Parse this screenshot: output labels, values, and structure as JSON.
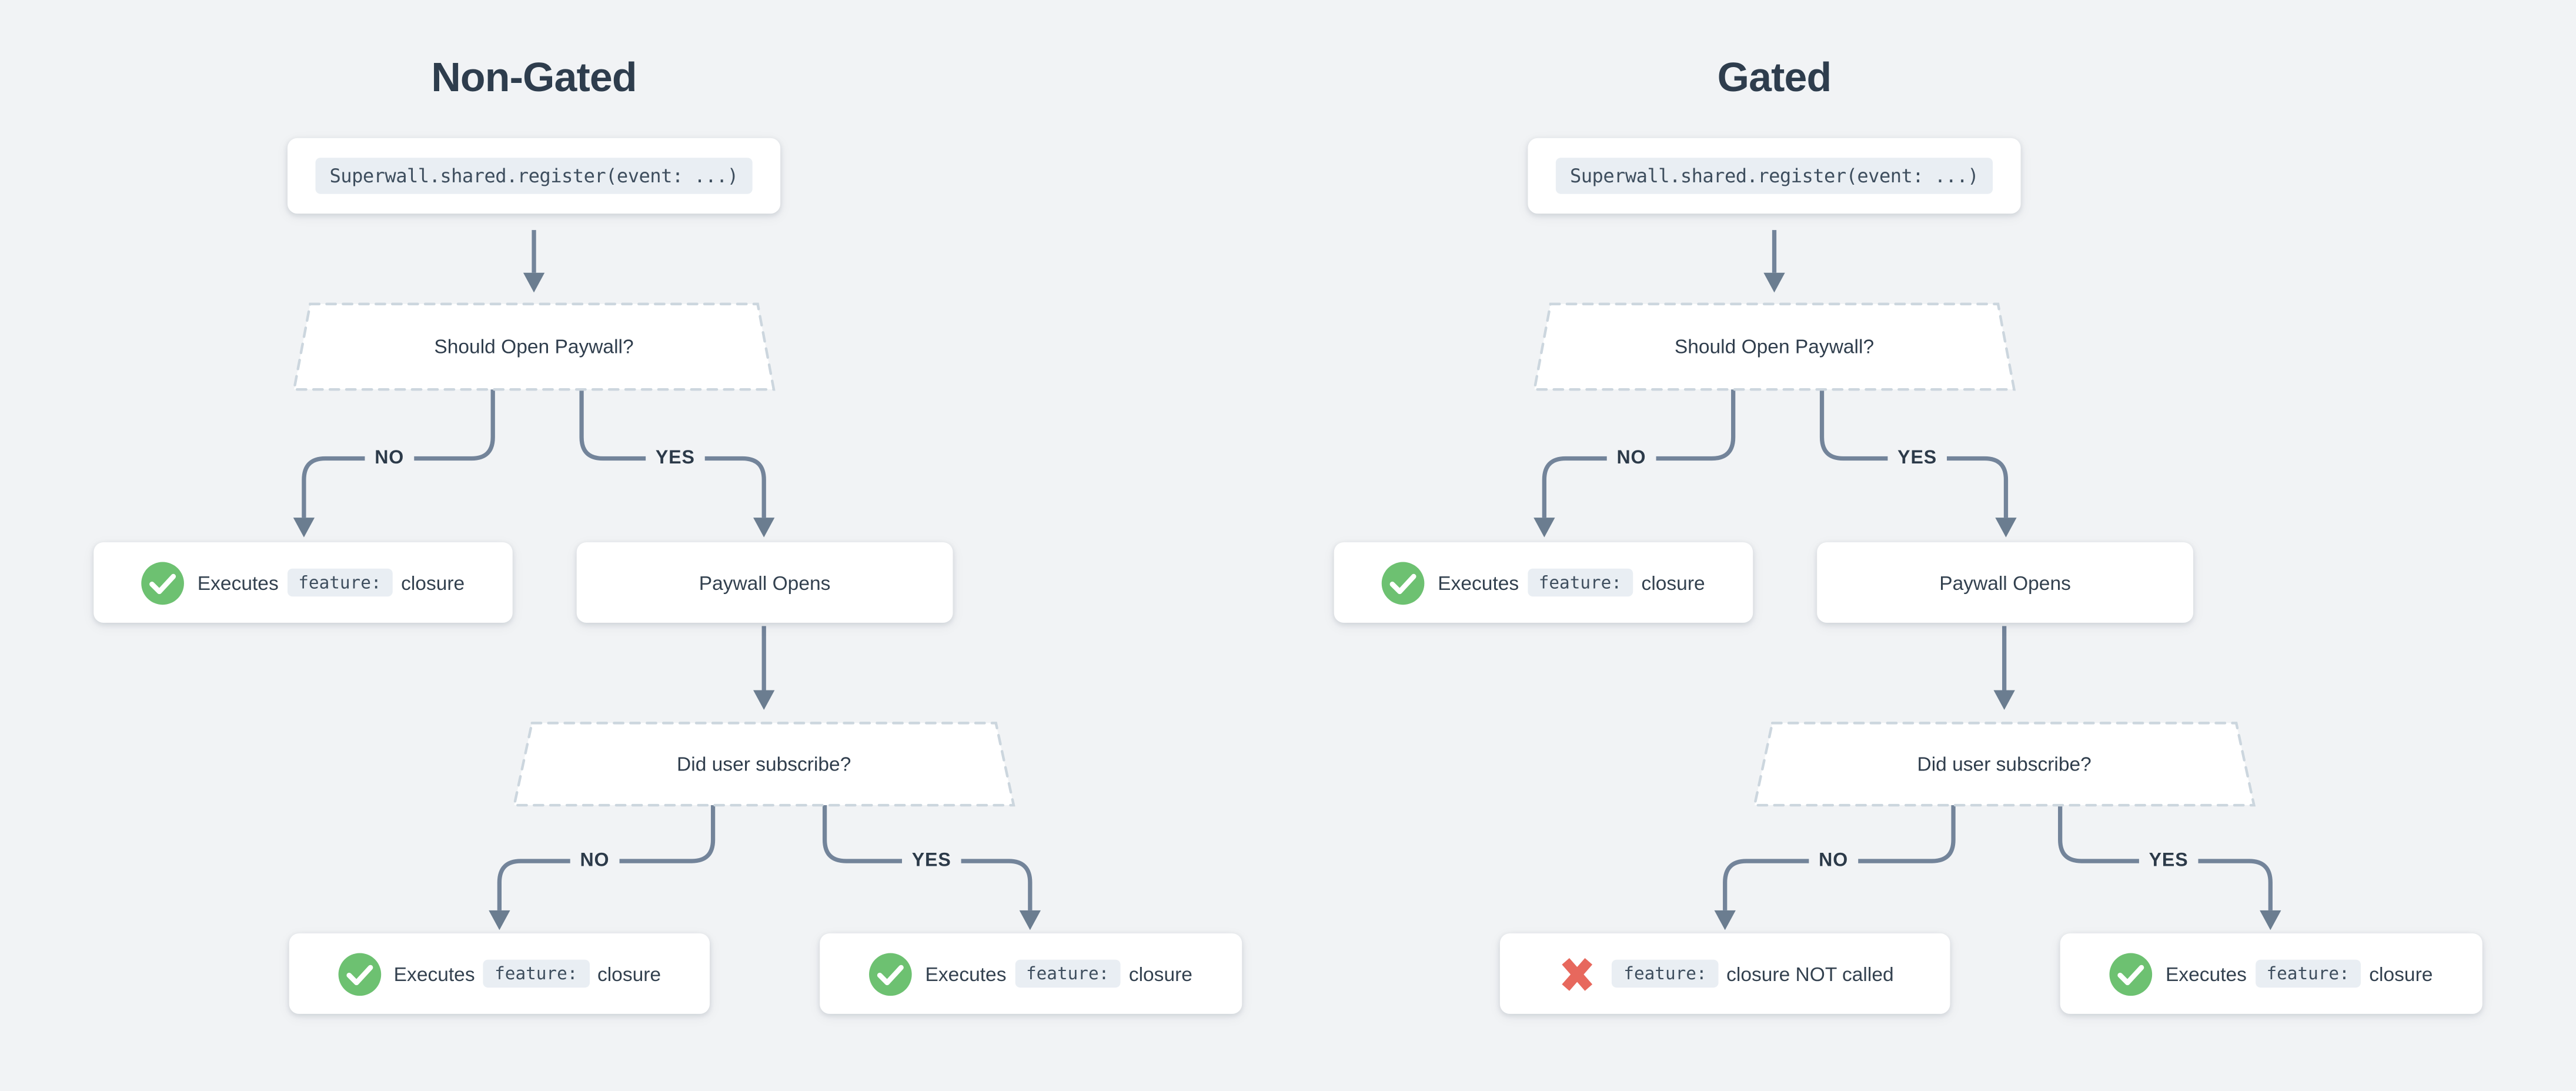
{
  "colors": {
    "background": "#f1f3f5",
    "node_background": "#ffffff",
    "connector_line": "#73849a",
    "arrowhead": "#6b7d90",
    "dashed_border": "#ccd6de",
    "text": "#2f3d4d",
    "code_chip_background": "#e9eef3",
    "success_green": "#6dc171",
    "error_red": "#e7685d"
  },
  "flows": [
    {
      "title": "Non-Gated",
      "code": "Superwall.shared.register(event: ...)",
      "decision1": {
        "label": "Should Open Paywall?",
        "no": "NO",
        "yes": "YES"
      },
      "decision2": {
        "label": "Did user subscribe?",
        "no": "NO",
        "yes": "YES"
      },
      "paywall_opens": "Paywall Opens",
      "results": {
        "d1_no": {
          "icon": "check-icon",
          "pre": "Executes",
          "chip": "feature:",
          "post": "closure"
        },
        "d2_no": {
          "icon": "check-icon",
          "pre": "Executes",
          "chip": "feature:",
          "post": "closure"
        },
        "d2_yes": {
          "icon": "check-icon",
          "pre": "Executes",
          "chip": "feature:",
          "post": "closure"
        }
      }
    },
    {
      "title": "Gated",
      "code": "Superwall.shared.register(event: ...)",
      "decision1": {
        "label": "Should Open Paywall?",
        "no": "NO",
        "yes": "YES"
      },
      "decision2": {
        "label": "Did user subscribe?",
        "no": "NO",
        "yes": "YES"
      },
      "paywall_opens": "Paywall Opens",
      "results": {
        "d1_no": {
          "icon": "check-icon",
          "pre": "Executes",
          "chip": "feature:",
          "post": "closure"
        },
        "d2_no": {
          "icon": "cross-icon",
          "pre": "",
          "chip": "feature:",
          "post": "closure NOT called"
        },
        "d2_yes": {
          "icon": "check-icon",
          "pre": "Executes",
          "chip": "feature:",
          "post": "closure"
        }
      }
    }
  ]
}
